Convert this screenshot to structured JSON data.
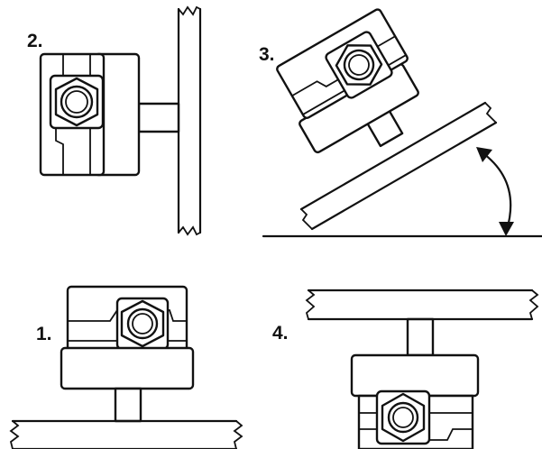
{
  "figures": [
    {
      "label": "2.",
      "orientation": "vertical"
    },
    {
      "label": "3.",
      "orientation": "angled"
    },
    {
      "label": "1.",
      "orientation": "horizontal"
    },
    {
      "label": "4.",
      "orientation": "overhead"
    }
  ]
}
